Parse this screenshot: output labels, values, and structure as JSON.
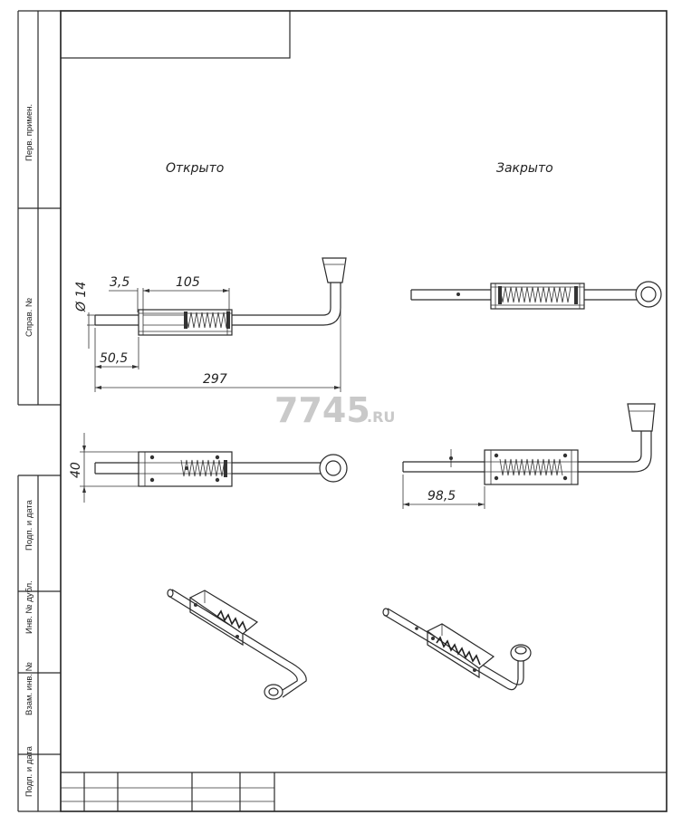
{
  "views": {
    "open_label": "Открыто",
    "closed_label": "Закрыто"
  },
  "dimensions": {
    "diameter": "Ø 14",
    "offset": "3,5",
    "spring_length": "105",
    "end_length": "50,5",
    "total_length": "297",
    "height": "40",
    "closed_offset": "98,5"
  },
  "side_stamp": {
    "perv_primen": "Перв. примен.",
    "sprav_no": "Справ. №",
    "podp_data_1": "Подп. и дата",
    "inv_dubl": "Инв. № дубл.",
    "vzam_inv": "Взам. инв. №",
    "podp_data_2": "Подп. и дата"
  },
  "watermark": {
    "main": "7745",
    "suffix": ".RU"
  }
}
